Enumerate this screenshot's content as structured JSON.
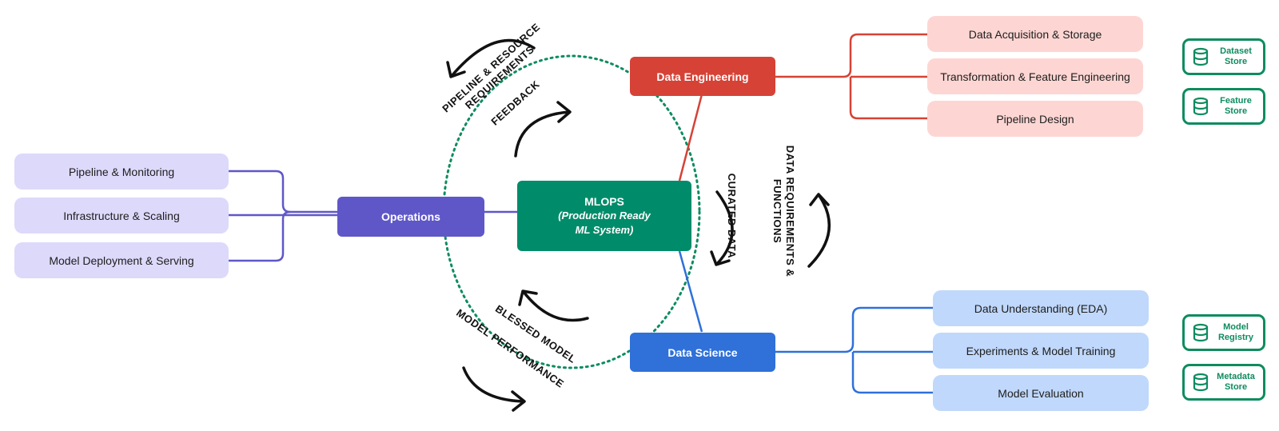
{
  "center": {
    "title": "MLOPS",
    "subtitle_line1": "(Production Ready",
    "subtitle_line2": "ML System)"
  },
  "hubs": {
    "operations": "Operations",
    "data_engineering": "Data Engineering",
    "data_science": "Data Science"
  },
  "operations_items": [
    "Pipeline & Monitoring",
    "Infrastructure & Scaling",
    "Model Deployment & Serving"
  ],
  "data_engineering_items": [
    "Data Acquisition & Storage",
    "Transformation & Feature Engineering",
    "Pipeline Design"
  ],
  "data_science_items": [
    "Data Understanding (EDA)",
    "Experiments & Model Training",
    "Model Evaluation"
  ],
  "stores": [
    {
      "line1": "Dataset",
      "line2": "Store",
      "icon": "database-icon"
    },
    {
      "line1": "Feature",
      "line2": "Store",
      "icon": "database-icon"
    },
    {
      "line1": "Model",
      "line2": "Registry",
      "icon": "database-icon"
    },
    {
      "line1": "Metadata",
      "line2": "Store",
      "icon": "database-icon"
    }
  ],
  "flow_labels": {
    "pipeline_resource_line1": "PIPELINE & RESOURCE",
    "pipeline_resource_line2": "REQUIREMENTS",
    "feedback": "FEEDBACK",
    "data_requirements_line1": "DATA REQUIREMENTS &",
    "data_requirements_line2": "FUNCTIONS",
    "curated_data": "CURATED  DATA",
    "blessed_model": "BLESSED MODEL",
    "model_performance": "MODEL  PERFORMANCE"
  },
  "colors": {
    "operations": "#5f57c8",
    "data_engineering": "#d64236",
    "data_science": "#2f70d9",
    "mlops": "#008c6a",
    "cycle": "#0e8c5f"
  }
}
